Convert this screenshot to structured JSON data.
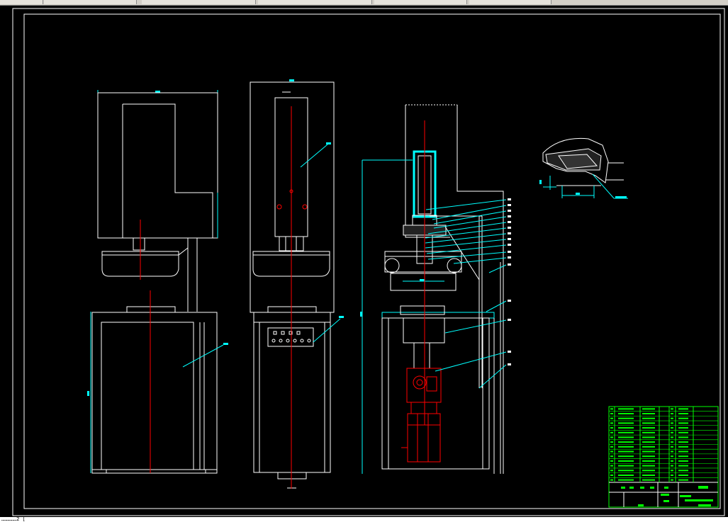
{
  "app": {
    "status_text": "……………2 ["
  },
  "drawing": {
    "background": "#000000",
    "line_color": "#ffffff",
    "dimension_color": "#00ffff",
    "centerline_color": "#ff0000",
    "highlight_color": "#00ffff",
    "motor_color": "#ff0000",
    "title_block_color": "#00ff00",
    "views": [
      "front-view",
      "side-view",
      "section-view",
      "detail-view"
    ]
  },
  "parts_table": {
    "rows": 16
  }
}
